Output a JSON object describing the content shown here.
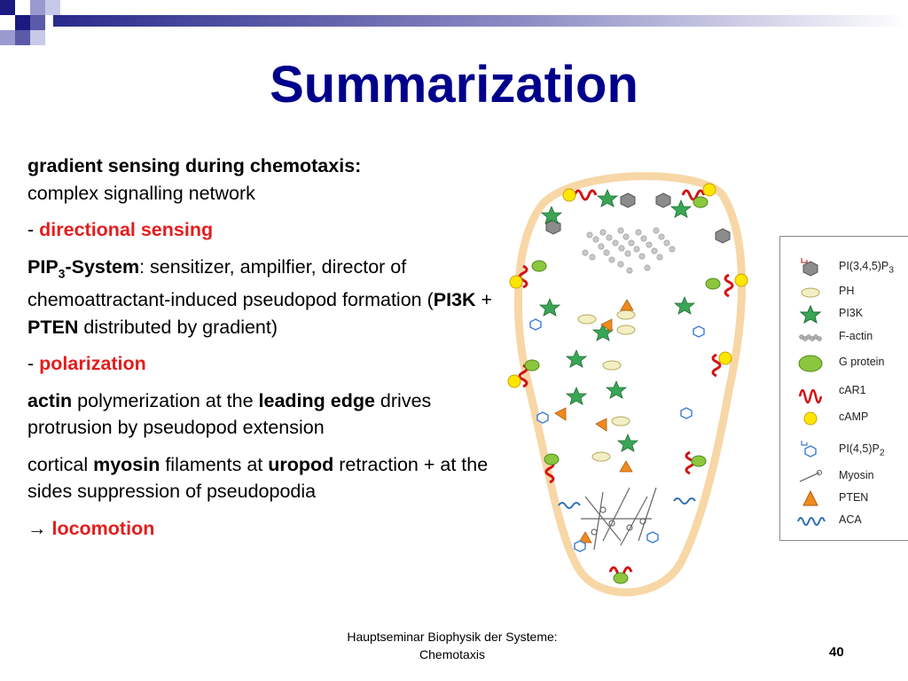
{
  "slide": {
    "title": "Summarization"
  },
  "body": {
    "p1_bold": "gradient sensing during chemotaxis:",
    "p1_rest": "complex signalling network",
    "dash": "-",
    "s1_heading": "directional sensing",
    "pip_main": "PIP",
    "pip_sub": "3",
    "pip_tail": "-System",
    "pip_desc": ": sensitizer, ampilfier, director of chemoattractant-induced pseudopod formation (",
    "pi3k": "PI3K",
    "plus": " + ",
    "pten": "PTEN",
    "pip_end": " distributed by gradient)",
    "s2_heading": "polarization",
    "actin": "actin",
    "actin_mid": " polymerization at the ",
    "leading_edge": "leading edge",
    "actin_end": " drives protrusion by pseudopod extension",
    "cortical": "cortical ",
    "myosin": "myosin",
    "myosin_mid": " filaments at ",
    "uropod": "uropod",
    "myosin_end": " retraction + at the sides suppression of pseudopodia",
    "arrow": "→",
    "locomotion": "locomotion"
  },
  "legend": {
    "items": [
      {
        "label_main": "PI(3,4,5)P",
        "label_sub": "3",
        "icon": "pip3-hexagon-icon"
      },
      {
        "label_main": "PH",
        "label_sub": "",
        "icon": "ph-ellipse-icon"
      },
      {
        "label_main": "PI3K",
        "label_sub": "",
        "icon": "pi3k-star-icon"
      },
      {
        "label_main": "F-actin",
        "label_sub": "",
        "icon": "f-actin-icon"
      },
      {
        "label_main": "G protein",
        "label_sub": "",
        "icon": "g-protein-icon"
      },
      {
        "label_main": "cAR1",
        "label_sub": "",
        "icon": "car1-receptor-icon"
      },
      {
        "label_main": "cAMP",
        "label_sub": "",
        "icon": "camp-circle-icon"
      },
      {
        "label_main": "PI(4,5)P",
        "label_sub": "2",
        "icon": "pip2-hexagon-icon"
      },
      {
        "label_main": "Myosin",
        "label_sub": "",
        "icon": "myosin-icon"
      },
      {
        "label_main": "PTEN",
        "label_sub": "",
        "icon": "pten-triangle-icon"
      },
      {
        "label_main": "ACA",
        "label_sub": "",
        "icon": "aca-coil-icon"
      }
    ]
  },
  "footer": {
    "line1": "Hauptseminar Biophysik der Systeme:",
    "line2": "Chemotaxis",
    "page": "40"
  },
  "colors": {
    "title": "#00008b",
    "accent_red": "#e31d1d",
    "membrane": "#f7d7a6",
    "pip3": "#8c8c8c",
    "pi3k": "#3aa655",
    "pten": "#f08a1e",
    "camp": "#ffe600",
    "ph": "#f3efc4",
    "car1": "#d11414",
    "g_protein": "#8cc63f"
  }
}
